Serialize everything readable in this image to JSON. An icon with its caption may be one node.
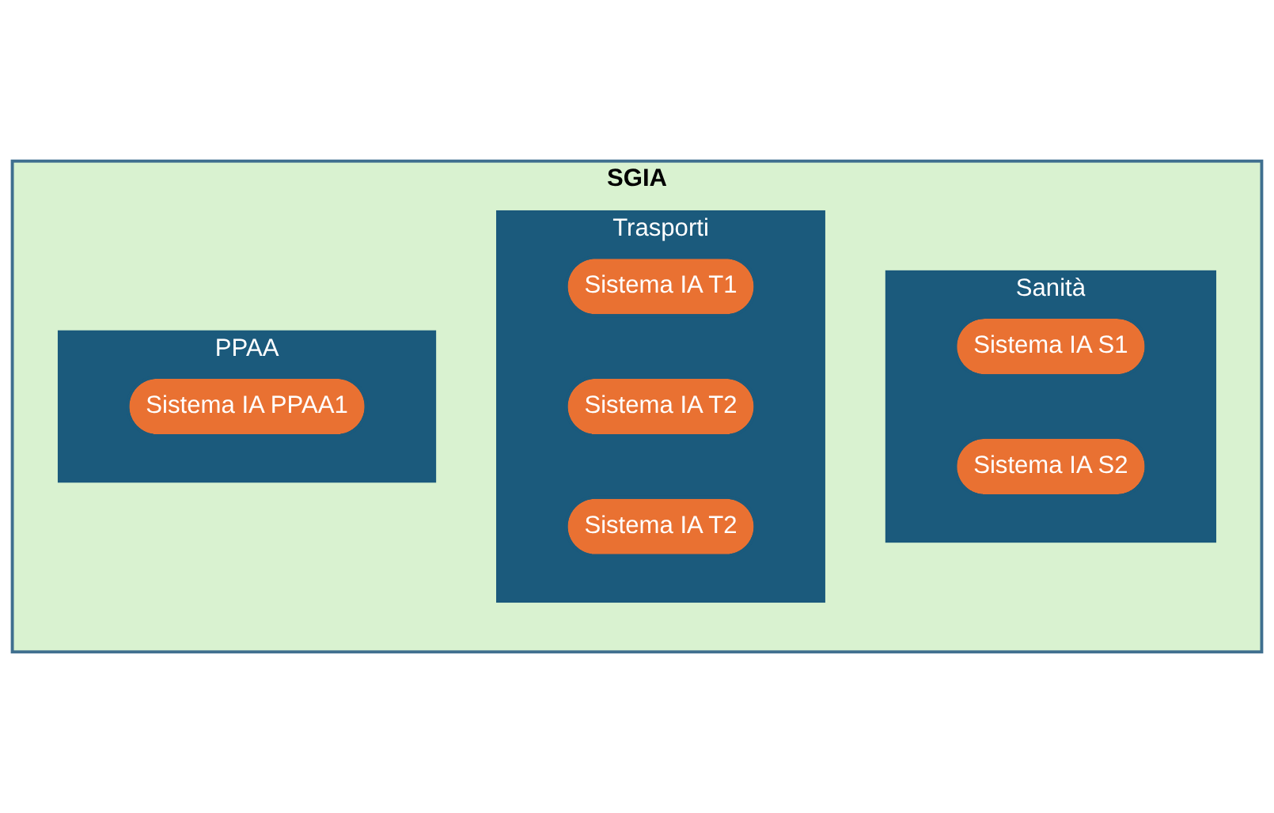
{
  "diagram": {
    "nodes": [
      {
        "text": [
          "SGIA"
        ]
      },
      {
        "text": [
          "Sanità"
        ],
        "in": 0
      },
      {
        "text": [
          "Sistema IA S1"
        ],
        "in": 1
      },
      {
        "text": [
          "Sistema IA S2"
        ],
        "in": 1
      },
      {
        "text": [
          "Trasporti"
        ],
        "in": 0
      },
      {
        "text": [
          "Sistema IA T1"
        ],
        "in": 4
      },
      {
        "text": [
          "Sistema IA T2"
        ],
        "in": 4
      },
      {
        "text": [
          "Sistema IA T2"
        ],
        "in": 4
      },
      {
        "text": [
          "PPAA"
        ],
        "in": 0
      },
      {
        "text": [
          "Sistema IA PPAA1"
        ],
        "in": 8
      }
    ],
    "edges": []
  }
}
